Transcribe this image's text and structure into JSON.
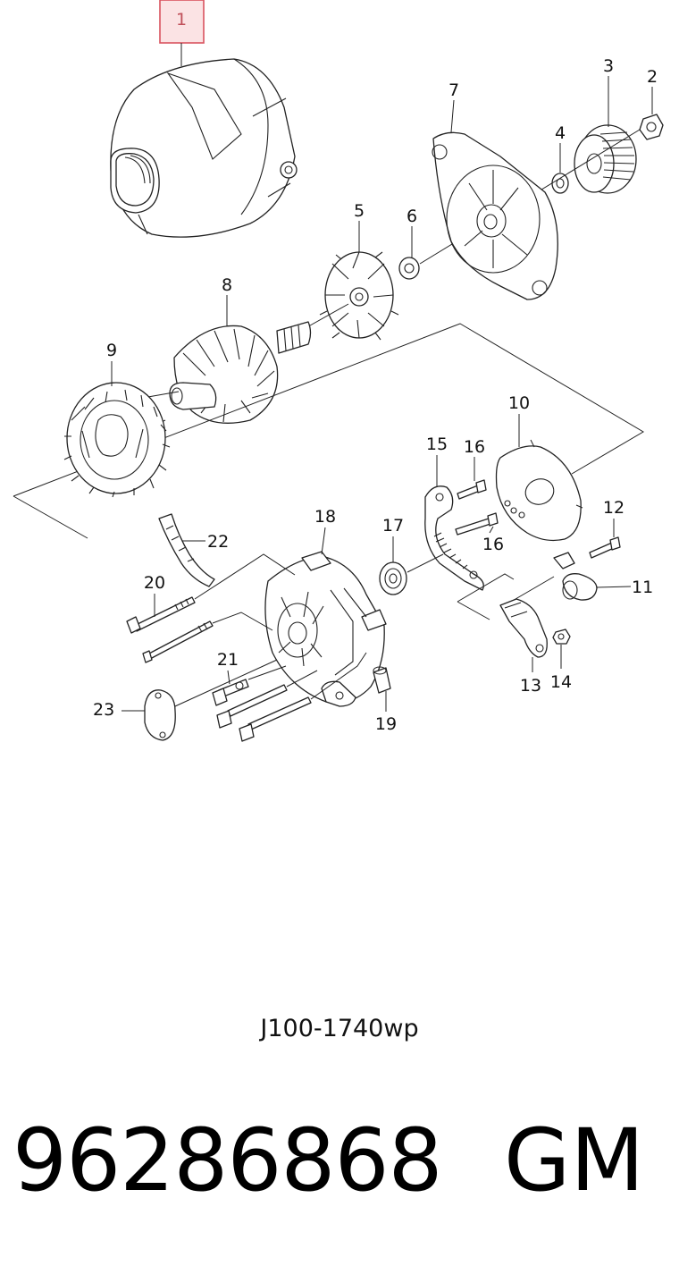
{
  "diagram": {
    "drawing_code": "J100-1740wp",
    "part_number": "96286868",
    "brand": "GM",
    "highlight_color": "#d9535f",
    "callouts": [
      "1",
      "2",
      "3",
      "4",
      "5",
      "6",
      "7",
      "8",
      "9",
      "10",
      "11",
      "12",
      "13",
      "14",
      "15",
      "16",
      "16",
      "17",
      "18",
      "19",
      "20",
      "21",
      "22",
      "23"
    ]
  }
}
